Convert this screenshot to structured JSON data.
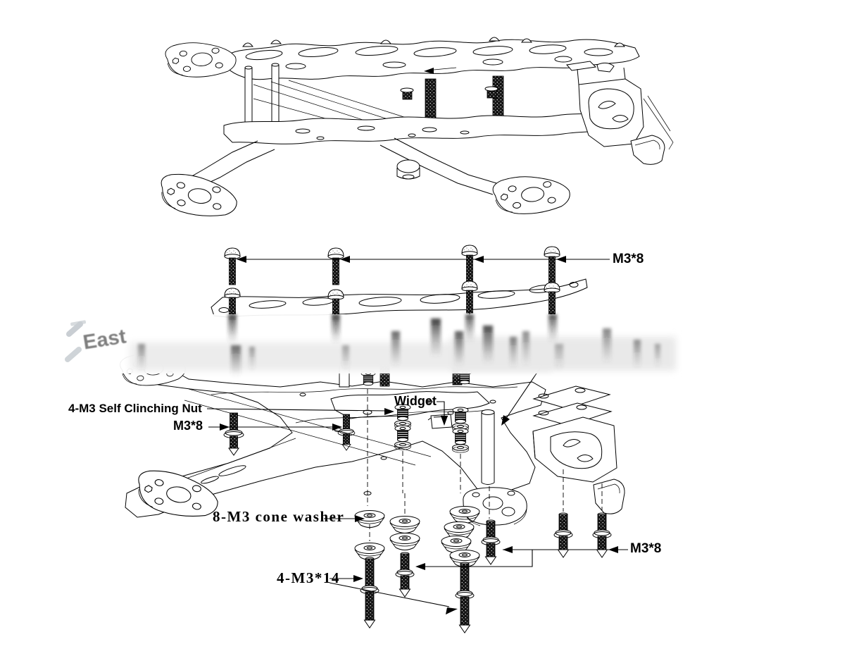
{
  "diagram": {
    "background": "#ffffff",
    "line_color": "#000000",
    "watermark": {
      "text": "East",
      "color": "#7f7f7f"
    },
    "annotations": {
      "top_plate_screws_label": "M3*8",
      "self_clinching_nut_label": "4-M3 Self Clinching Nut",
      "frame_side_screws_label": "M3*8",
      "widget_label": "Widget",
      "cone_washer_label": "8-M3 cone washer",
      "long_bolts_label": "4-M3*14",
      "bottom_screws_label": "M3*8"
    }
  }
}
